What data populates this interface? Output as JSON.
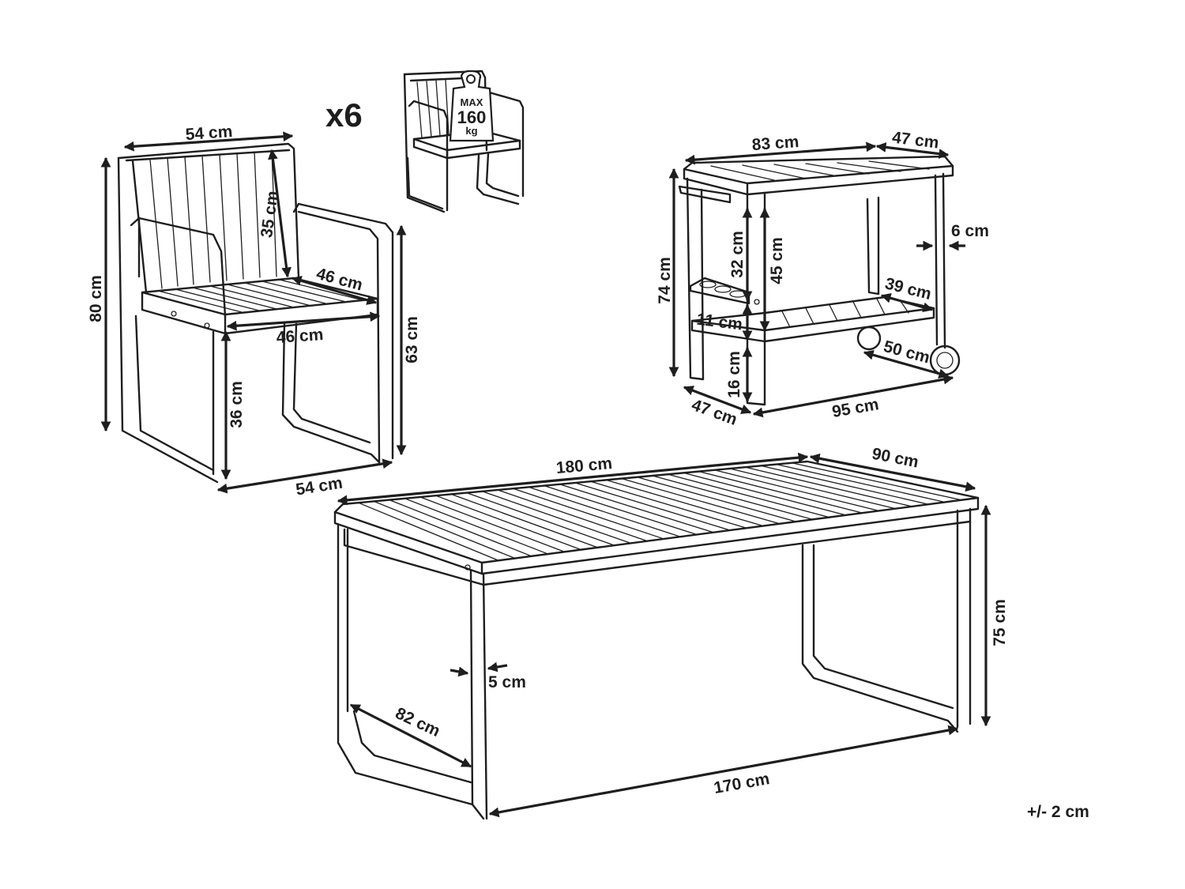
{
  "quantity": "x6",
  "max_load": {
    "line1": "MAX",
    "line2": "160",
    "line3": "kg"
  },
  "tolerance": "+/- 2 cm",
  "chair": {
    "top_width": "54 cm",
    "total_height": "80 cm",
    "backrest_height": "35 cm",
    "seat_depth": "46 cm",
    "seat_width": "46 cm",
    "armrest_height": "63 cm",
    "seat_height": "36 cm",
    "base_width": "54 cm"
  },
  "trolley": {
    "length": "83 cm",
    "width": "47 cm",
    "leg_thickness": "6 cm",
    "height": "74 cm",
    "bottle_rack_height": "32 cm",
    "upper_gap": "45 cm",
    "shelf_depth": "39 cm",
    "rack_height": "11 cm",
    "shelf_width": "50 cm",
    "shelf_clearance": "16 cm",
    "base_depth": "47 cm",
    "base_length": "95 cm"
  },
  "table": {
    "length": "180 cm",
    "width": "90 cm",
    "height": "75 cm",
    "leg_thickness": "5 cm",
    "leg_depth": "82 cm",
    "leg_span": "170 cm"
  }
}
